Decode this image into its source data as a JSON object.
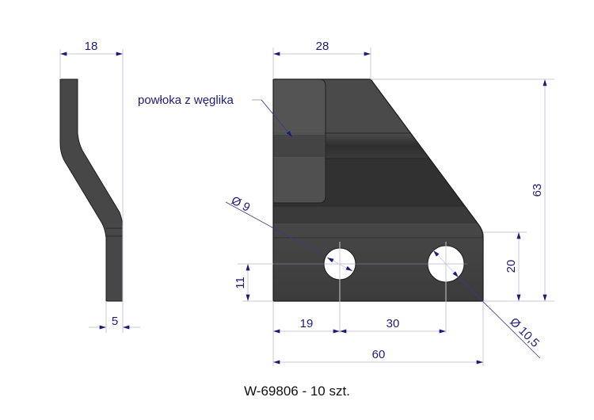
{
  "drawing": {
    "caption": "W-69806 - 10 szt.",
    "annotation_label": "powłoka z węglika",
    "side_view": {
      "dimensions": {
        "width_top": "18",
        "thickness": "5"
      }
    },
    "front_view": {
      "dimensions": {
        "top_width": "28",
        "total_height": "63",
        "lower_height": "20",
        "hole_height": "11",
        "hole1_offset": "19",
        "hole_spacing": "30",
        "total_width": "60",
        "hole1_diameter": "Ø 9",
        "hole2_diameter": "Ø 10,5"
      }
    },
    "colors": {
      "dimension": "#1c1c78",
      "extension": "#c8c8dc",
      "part_dark": "#333333",
      "part_mid": "#4a4a4a",
      "coating": "#555555"
    }
  }
}
